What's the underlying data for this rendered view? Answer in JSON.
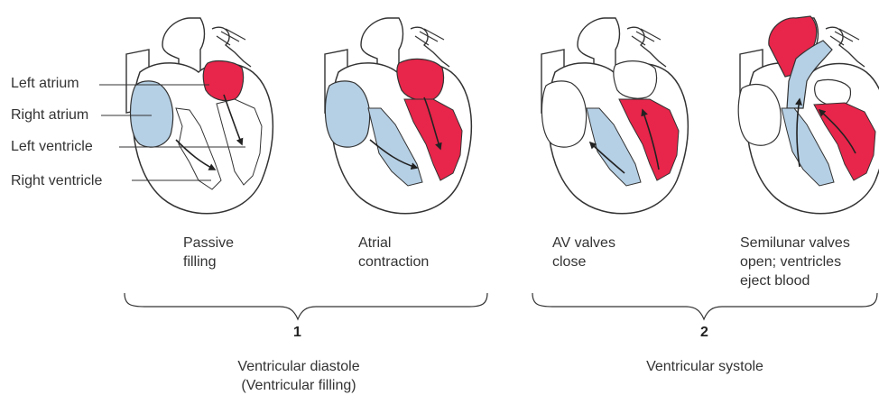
{
  "labels": {
    "left_atrium": "Left atrium",
    "right_atrium": "Right atrium",
    "left_ventricle": "Left ventricle",
    "right_ventricle": "Right ventricle"
  },
  "stages": [
    {
      "caption": "Passive\nfilling"
    },
    {
      "caption": "Atrial\ncontraction"
    },
    {
      "caption": "AV valves\nclose"
    },
    {
      "caption": "Semilunar valves\nopen; ventricles\neject blood"
    }
  ],
  "phases": [
    {
      "number": "1",
      "name": "Ventricular diastole\n(Ventricular filling)"
    },
    {
      "number": "2",
      "name": "Ventricular systole"
    }
  ],
  "colors": {
    "oxygenated": "#e8254a",
    "deoxygenated": "#b5cfe4",
    "outline": "#333333"
  }
}
